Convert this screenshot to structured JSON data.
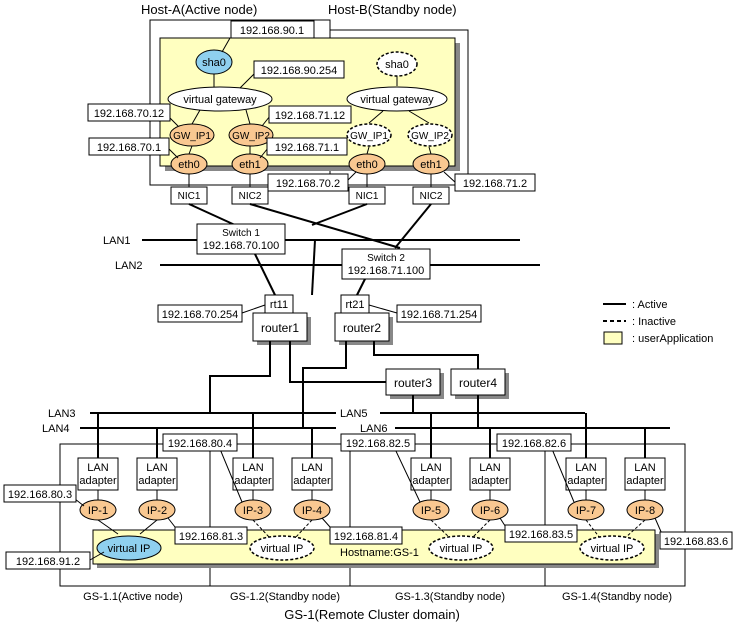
{
  "hosts": {
    "host_a": "Host-A(Active node)",
    "host_b": "Host-B(Standby node)"
  },
  "host_a": {
    "sha0": "sha0",
    "virtual_gateway": "virtual gateway",
    "gw_ip1": "GW_IP1",
    "gw_ip2": "GW_IP2",
    "eth0": "eth0",
    "eth1": "eth1",
    "nic1": "NIC1",
    "nic2": "NIC2",
    "ip_sha0": "192.168.90.1",
    "ip_gateway": "192.168.90.254",
    "ip_gw_ip1": "192.168.70.12",
    "ip_gw_ip2": "192.168.71.12",
    "ip_eth0": "192.168.70.1",
    "ip_eth1": "192.168.71.1"
  },
  "host_b": {
    "sha0": "sha0",
    "virtual_gateway": "virtual gateway",
    "gw_ip1": "GW_IP1",
    "gw_ip2": "GW_IP2",
    "eth0": "eth0",
    "eth1": "eth1",
    "nic1": "NIC1",
    "nic2": "NIC2",
    "ip_eth0": "192.168.70.2",
    "ip_eth1": "192.168.71.2"
  },
  "network": {
    "lan1": "LAN1",
    "lan2": "LAN2",
    "lan3": "LAN3",
    "lan4": "LAN4",
    "lan5": "LAN5",
    "lan6": "LAN6",
    "switch1_name": "Switch 1",
    "switch1_ip": "192.168.70.100",
    "switch2_name": "Switch 2",
    "switch2_ip": "192.168.71.100",
    "rt11": "rt11",
    "rt21": "rt21",
    "rt11_ip": "192.168.70.254",
    "rt21_ip": "192.168.71.254",
    "router1": "router1",
    "router2": "router2",
    "router3": "router3",
    "router4": "router4"
  },
  "legend": {
    "active": ": Active",
    "inactive": ": Inactive",
    "user_application": ": userApplication",
    "user_application_color": "#ffffc0"
  },
  "cluster": {
    "lan_adapter_line1": "LAN",
    "lan_adapter_line2": "adapter",
    "ip1": "IP-1",
    "ip2": "IP-2",
    "ip3": "IP-3",
    "ip4": "IP-4",
    "ip5": "IP-5",
    "ip6": "IP-6",
    "ip7": "IP-7",
    "ip8": "IP-8",
    "virtual_ip": "virtual IP",
    "hostname": "Hostname:GS-1",
    "ip_80_3": "192.168.80.3",
    "ip_81_3": "192.168.81.3",
    "ip_80_4": "192.168.80.4",
    "ip_81_4": "192.168.81.4",
    "ip_82_5": "192.168.82.5",
    "ip_83_5": "192.168.83.5",
    "ip_82_6": "192.168.82.6",
    "ip_83_6": "192.168.83.6",
    "ip_virtual": "192.168.91.2",
    "gs11": "GS-1.1(Active node)",
    "gs12": "GS-1.2(Standby node)",
    "gs13": "GS-1.3(Standby node)",
    "gs14": "GS-1.4(Standby node)",
    "domain": "GS-1(Remote Cluster domain)"
  },
  "colors": {
    "interface_fill": "#f9c891",
    "active_ip_fill": "#8fd0ef",
    "user_app_fill": "#ffffc0"
  }
}
